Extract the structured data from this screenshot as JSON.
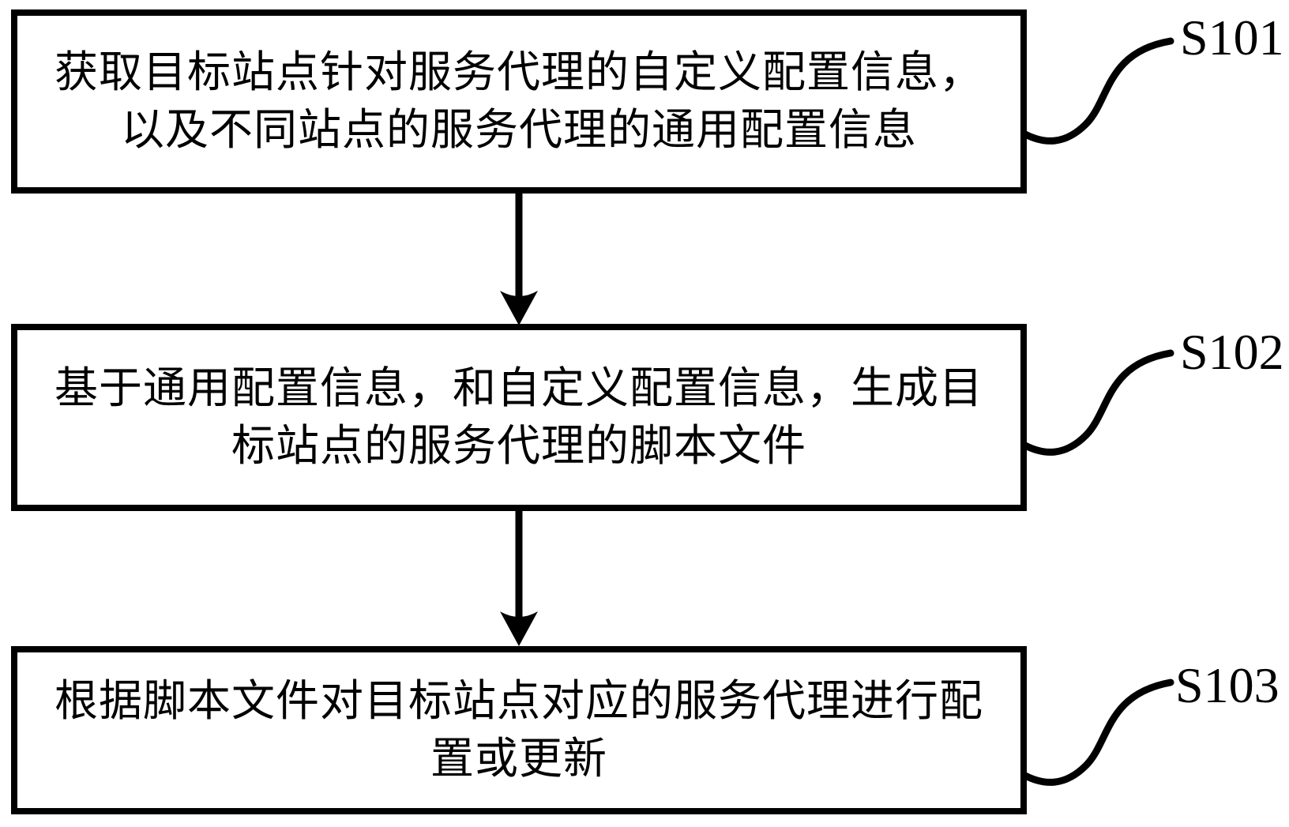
{
  "diagram": {
    "type": "flowchart",
    "background_color": "#ffffff",
    "ink_color": "#000000",
    "steps": [
      {
        "id": "S101",
        "line1": "获取目标站点针对服务代理的自定义配置信息，",
        "line2": "以及不同站点的服务代理的通用配置信息",
        "full_text": "获取目标站点针对服务代理的自定义配置信息，以及不同站点的服务代理的通用配置信息"
      },
      {
        "id": "S102",
        "line1": "基于通用配置信息，和自定义配置信息，生成目",
        "line2": "标站点的服务代理的脚本文件",
        "full_text": "基于通用配置信息，和自定义配置信息，生成目标站点的服务代理的脚本文件"
      },
      {
        "id": "S103",
        "line1": "根据脚本文件对目标站点对应的服务代理进行配",
        "line2": "置或更新",
        "full_text": "根据脚本文件对目标站点对应的服务代理进行配置或更新"
      }
    ]
  }
}
